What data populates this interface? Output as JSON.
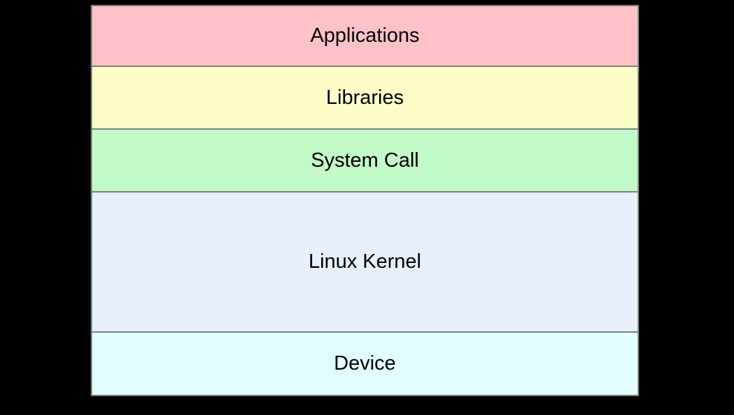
{
  "diagram": {
    "background_color": "#000000",
    "border_color": "#808080",
    "text_color": "#000000",
    "layers": [
      {
        "label": "Applications",
        "fill": "#FFC2C7"
      },
      {
        "label": "Libraries",
        "fill": "#FDFDC8"
      },
      {
        "label": "System Call",
        "fill": "#C2FBC8"
      },
      {
        "label": "Linux Kernel",
        "fill": "#E7F0FB"
      },
      {
        "label": "Device",
        "fill": "#E2FDFF"
      }
    ]
  }
}
